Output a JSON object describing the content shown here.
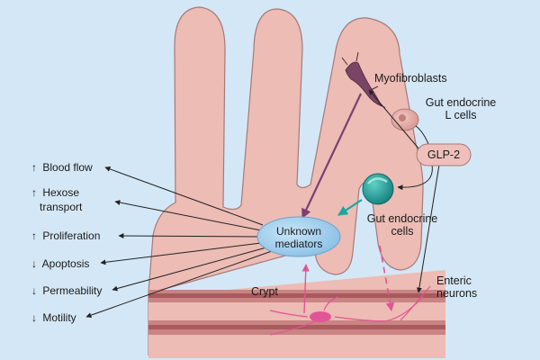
{
  "labels": {
    "myofibroblasts": "Myofibroblasts",
    "l_cells_1": "Gut endocrine",
    "l_cells_2": "L cells",
    "glp2": "GLP-2",
    "endocrine_cells_1": "Gut endocrine",
    "endocrine_cells_2": "cells",
    "mediators_1": "Unknown",
    "mediators_2": "mediators",
    "crypt": "Crypt",
    "enteric_1": "Enteric",
    "enteric_2": "neurons"
  },
  "effects": [
    {
      "arrow": "↑",
      "lines": [
        "Blood flow"
      ]
    },
    {
      "arrow": "↑",
      "lines": [
        "Hexose",
        "transport"
      ]
    },
    {
      "arrow": "↑",
      "lines": [
        "Proliferation"
      ]
    },
    {
      "arrow": "↓",
      "lines": [
        "Apoptosis"
      ]
    },
    {
      "arrow": "↓",
      "lines": [
        "Permeability"
      ]
    },
    {
      "arrow": "↓",
      "lines": [
        "Motility"
      ]
    }
  ],
  "colors": {
    "background": "#d4e7f6",
    "villus_fill": "#ecbcb5",
    "villus_stroke": "#a57a7a",
    "mediator_fill": "#9fcdea",
    "glp2_fill": "#efc0bb",
    "endocrine_cell": "#1f9c97",
    "myofibroblast": "#7a4466",
    "neuron": "#e15596",
    "muscle_band": "#b76a6d",
    "arrow_purple": "#7b3f71",
    "arrow_teal": "#1aa6a3"
  }
}
